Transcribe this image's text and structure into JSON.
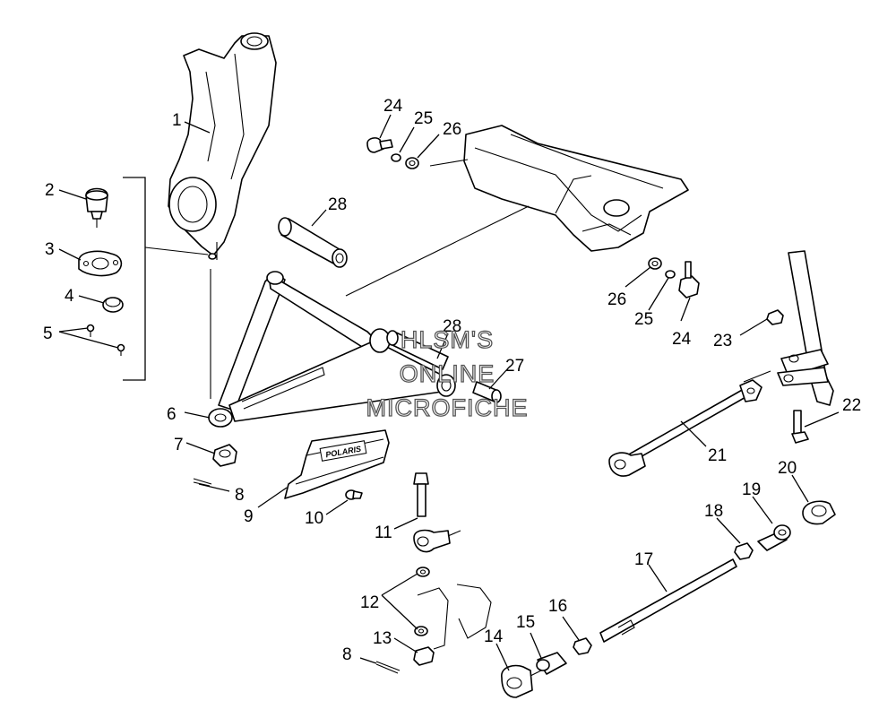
{
  "watermark": {
    "line1": "HLSM'S",
    "line2": "ONLINE",
    "line3": "MICROFICHE"
  },
  "decal_text": "POLARIS",
  "callouts": {
    "c1": "1",
    "c2": "2",
    "c3": "3",
    "c4": "4",
    "c5": "5",
    "c6": "6",
    "c7": "7",
    "c8a": "8",
    "c8b": "8",
    "c9": "9",
    "c10": "10",
    "c11": "11",
    "c12": "12",
    "c13": "13",
    "c14": "14",
    "c15": "15",
    "c16": "16",
    "c17": "17",
    "c18": "18",
    "c19": "19",
    "c20": "20",
    "c21": "21",
    "c22": "22",
    "c23": "23",
    "c24a": "24",
    "c24b": "24",
    "c25a": "25",
    "c25b": "25",
    "c26a": "26",
    "c26b": "26",
    "c27": "27",
    "c28a": "28",
    "c28b": "28"
  }
}
